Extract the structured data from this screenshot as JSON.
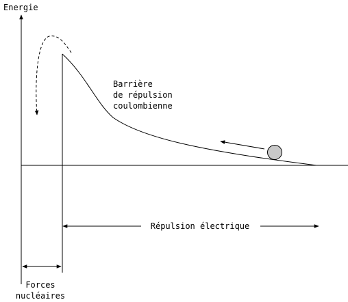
{
  "labels": {
    "energy_axis": "Energie",
    "barrier_line1": "Barrière",
    "barrier_line2": "de répulsion",
    "barrier_line3": "coulombienne",
    "repulsion": "Répulsion électrique",
    "forces_line1": "Forces",
    "forces_line2": "nucléaires"
  },
  "colors": {
    "ink": "#000000",
    "ball_fill": "#c8c8c8"
  }
}
